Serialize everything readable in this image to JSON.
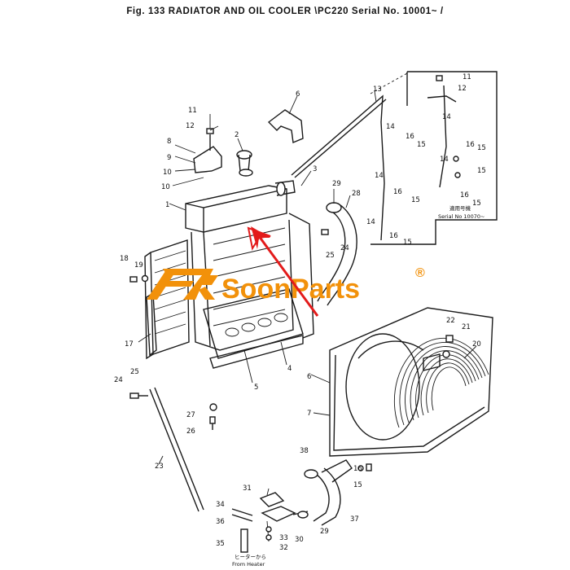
{
  "figure": {
    "title": "Fig. 133  RADIATOR AND OIL COOLER  \\PC220 Serial No. 10001~ /"
  },
  "callouts": [
    "1",
    "2",
    "3",
    "4",
    "5",
    "6",
    "7",
    "8",
    "9",
    "10",
    "11",
    "12",
    "13",
    "14",
    "15",
    "16",
    "17",
    "18",
    "19",
    "20",
    "21",
    "22",
    "23",
    "24",
    "25",
    "26",
    "27",
    "28",
    "29",
    "30",
    "31",
    "32",
    "33",
    "34",
    "35",
    "36",
    "37",
    "38"
  ],
  "inset": {
    "serial_label": "Serial No 10070~",
    "jp_label": "適用号機"
  },
  "hose_label": {
    "jp": "ヒーターから",
    "en": "From Heater"
  },
  "watermark": {
    "brand": "SoonParts",
    "registered": "®",
    "color": "#f2910a"
  },
  "arrow": {
    "color": "#e31b1b"
  }
}
